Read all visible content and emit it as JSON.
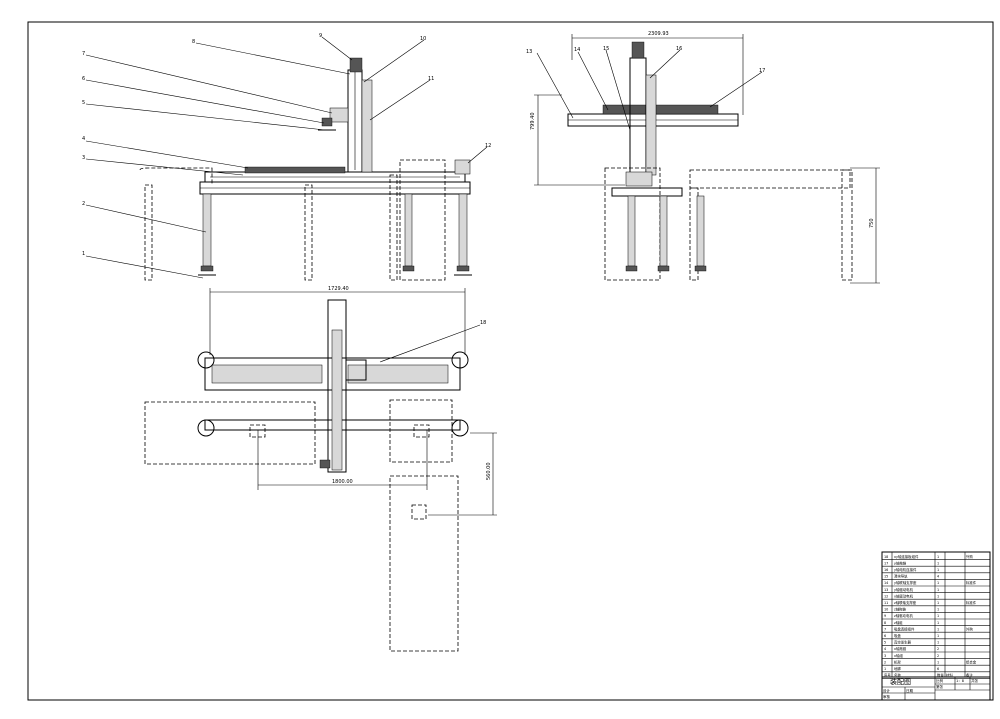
{
  "drawing": {
    "balloons": [
      "1",
      "2",
      "3",
      "4",
      "5",
      "6",
      "7",
      "8",
      "9",
      "10",
      "11",
      "12",
      "13",
      "14",
      "15",
      "16",
      "17",
      "18"
    ],
    "dimensions": {
      "side_width": "2309.93",
      "side_height": "799.40",
      "side_right_height": "750",
      "top_width": "1729.40",
      "top_offset": "1800.00",
      "top_depth": "560.00"
    }
  },
  "title_block": {
    "drawing_title": "装配图",
    "header": {
      "no": "序号",
      "name": "名称",
      "qty": "数量",
      "material": "材料",
      "note": "备注"
    },
    "parts": [
      {
        "no": "18",
        "name": "xy轴连接板组件",
        "qty": "1",
        "note": "外购"
      },
      {
        "no": "17",
        "name": "y轴拖链",
        "qty": "1",
        "note": ""
      },
      {
        "no": "16",
        "name": "y轴电机连接件",
        "qty": "1",
        "note": ""
      },
      {
        "no": "15",
        "name": "滑块导轨",
        "qty": "4",
        "note": ""
      },
      {
        "no": "14",
        "name": "y轴联轴支撑座",
        "qty": "1",
        "note": "标准件"
      },
      {
        "no": "13",
        "name": "y轴驱动电机",
        "qty": "1",
        "note": ""
      },
      {
        "no": "12",
        "name": "x轴驱动电机",
        "qty": "1",
        "note": ""
      },
      {
        "no": "11",
        "name": "z轴联轴支撑座",
        "qty": "1",
        "note": "标准件"
      },
      {
        "no": "10",
        "name": "z轴拖链",
        "qty": "1",
        "note": ""
      },
      {
        "no": "9",
        "name": "z轴驱动电机",
        "qty": "1",
        "note": ""
      },
      {
        "no": "8",
        "name": "z轴组",
        "qty": "1",
        "note": ""
      },
      {
        "no": "7",
        "name": "吸盘连接组件",
        "qty": "1",
        "note": "外购"
      },
      {
        "no": "6",
        "name": "吸盘",
        "qty": "1",
        "note": ""
      },
      {
        "no": "5",
        "name": "真空发生器",
        "qty": "1",
        "note": ""
      },
      {
        "no": "4",
        "name": "x轴拖链",
        "qty": "2",
        "note": ""
      },
      {
        "no": "3",
        "name": "x轴组",
        "qty": "2",
        "note": ""
      },
      {
        "no": "2",
        "name": "机架",
        "qty": "1",
        "note": "铝合金"
      },
      {
        "no": "1",
        "name": "地脚",
        "qty": "6",
        "note": ""
      }
    ],
    "scale_label": "比例",
    "scale_value": "1：8",
    "sheet_label": "共张",
    "sheet_label2": "第张",
    "designer_label": "设计",
    "checker_label": "审核",
    "date_label": "日期"
  }
}
